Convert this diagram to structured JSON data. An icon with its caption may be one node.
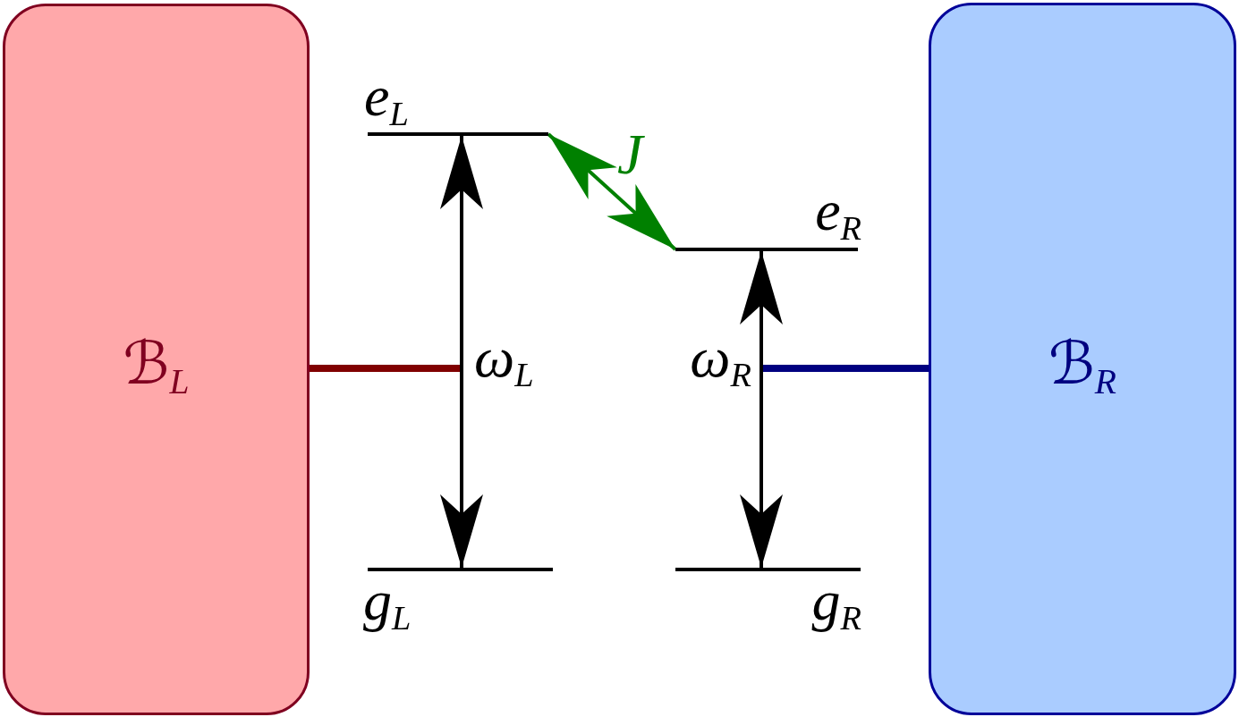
{
  "diagram": {
    "nodes": [
      {
        "text": [
          "ℬ$_{L}$"
        ]
      },
      {
        "text": [
          "e$_{L}$"
        ]
      },
      {
        "text": [
          "g$_{L}$"
        ]
      },
      {
        "text": [
          "e$_{R}$"
        ]
      },
      {
        "text": [
          "g$_{R}$"
        ]
      },
      {
        "text": [
          "ℬ$_{R}$"
        ]
      }
    ],
    "edges": [
      {
        "from": 1,
        "to": 2,
        "arrow": "both",
        "label": "ω$_{L}$"
      },
      {
        "from": 3,
        "to": 4,
        "arrow": "both",
        "label": "ω$_{R}$"
      },
      {
        "from": 1,
        "to": 3,
        "arrow": "both",
        "label": "J",
        "color": "#008000"
      },
      {
        "from": 0,
        "to": null,
        "arrow": "none",
        "style": "thick",
        "color": "#800000"
      },
      {
        "from": 5,
        "to": null,
        "arrow": "none",
        "style": "thick",
        "color": "#000080"
      }
    ]
  }
}
